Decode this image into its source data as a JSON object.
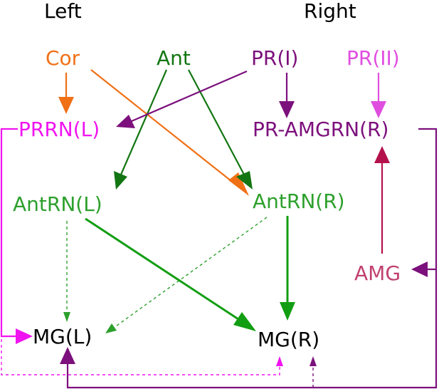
{
  "headers": {
    "left": "Left",
    "right": "Right"
  },
  "nodes": {
    "cor": "Cor",
    "ant": "Ant",
    "pr1": "PR(I)",
    "pr2": "PR(II)",
    "prrn_l": "PRRN(L)",
    "pr_amgrn_r": "PR-AMGRN(R)",
    "antrn_l": "AntRN(L)",
    "antrn_r": "AntRN(R)",
    "amg": "AMG",
    "mg_l": "MG(L)",
    "mg_r": "MG(R)"
  },
  "colors": {
    "black": "#000000",
    "orange": "#f07016",
    "dark_green": "#127612",
    "green": "#2ca02c",
    "bright_green": "#129e12",
    "purple": "#7c107c",
    "light_purple": "#e04ee0",
    "magenta": "#f014f0",
    "crimson": "#b4124c",
    "amg_pink": "#c0406e"
  },
  "edges": [
    {
      "from": "Cor",
      "to": "PRRN(L)",
      "color": "orange",
      "style": "solid"
    },
    {
      "from": "Cor",
      "to": "AntRN(R)",
      "color": "orange",
      "style": "solid"
    },
    {
      "from": "Ant",
      "to": "AntRN(L)",
      "color": "dark_green",
      "style": "solid"
    },
    {
      "from": "Ant",
      "to": "AntRN(R)",
      "color": "dark_green",
      "style": "solid"
    },
    {
      "from": "PR(I)",
      "to": "PRRN(L)",
      "color": "purple",
      "style": "solid"
    },
    {
      "from": "PR(I)",
      "to": "PR-AMGRN(R)",
      "color": "purple",
      "style": "solid"
    },
    {
      "from": "PR(II)",
      "to": "PR-AMGRN(R)",
      "color": "light_purple",
      "style": "solid"
    },
    {
      "from": "AMG",
      "to": "PR-AMGRN(R)",
      "color": "crimson",
      "style": "solid"
    },
    {
      "from": "PR-AMGRN(R)",
      "to": "AMG",
      "color": "purple",
      "style": "solid"
    },
    {
      "from": "PR-AMGRN(R)",
      "to": "MG(L)",
      "color": "purple",
      "style": "solid"
    },
    {
      "from": "PR-AMGRN(R)",
      "to": "MG(R)",
      "color": "purple",
      "style": "dashed"
    },
    {
      "from": "PRRN(L)",
      "to": "MG(L)",
      "color": "magenta",
      "style": "solid"
    },
    {
      "from": "PRRN(L)",
      "to": "MG(R)",
      "color": "magenta",
      "style": "dashed"
    },
    {
      "from": "AntRN(L)",
      "to": "MG(L)",
      "color": "green",
      "style": "dashed"
    },
    {
      "from": "AntRN(L)",
      "to": "MG(R)",
      "color": "bright_green",
      "style": "solid"
    },
    {
      "from": "AntRN(R)",
      "to": "MG(L)",
      "color": "green",
      "style": "dashed"
    },
    {
      "from": "AntRN(R)",
      "to": "MG(R)",
      "color": "bright_green",
      "style": "solid"
    }
  ]
}
